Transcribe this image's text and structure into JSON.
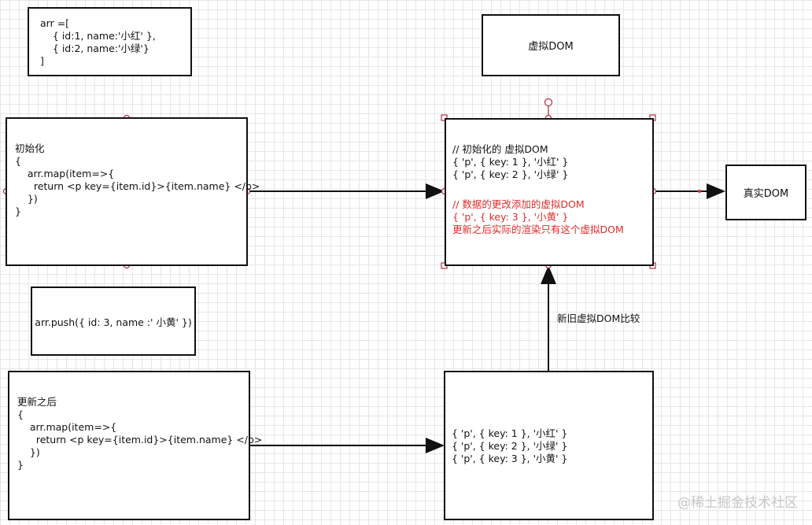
{
  "arr_box": {
    "lines": [
      "arr =[",
      "    { id:1, name:'小红' },",
      "    { id:2, name:'小绿'}",
      "]"
    ]
  },
  "vdom_label": "虚拟DOM",
  "init_box": {
    "lines": [
      "初始化",
      "{",
      "    arr.map(item=>{",
      "      return <p key={item.id}>{item.name} </p>",
      "",
      "    })",
      "}"
    ]
  },
  "vdom_main": {
    "lines": [
      "// 初始化的 虚拟DOM",
      "{ 'p', { key: 1 }, '小红' }",
      "{ 'p', { key: 2 }, '小绿' }"
    ],
    "red_lines": [
      "// 数据的更改添加的虚拟DOM",
      "{ 'p', { key: 3 }, '小黄' }",
      "更新之后实际的渲染只有这个虚拟DOM"
    ]
  },
  "real_dom_label": "真实DOM",
  "push_box": {
    "text": "arr.push({ id: 3, name :' 小黄' })"
  },
  "update_box": {
    "lines": [
      "更新之后",
      "{",
      "    arr.map(item=>{",
      "      return <p key={item.id}>{item.name} </p>",
      "",
      "    })",
      "}"
    ]
  },
  "vdom_new": {
    "lines": [
      "{ 'p', { key: 1 }, '小红' }",
      "{ 'p', { key: 2 }, '小绿' }",
      "{ 'p', { key: 3 }, '小黄' }"
    ]
  },
  "compare_label": "新旧虚拟DOM比较",
  "watermark": "@稀土掘金技术社区",
  "colors": {
    "stroke": "#111111",
    "highlight": "#e02b2b",
    "grid": "#e6e6e6"
  }
}
